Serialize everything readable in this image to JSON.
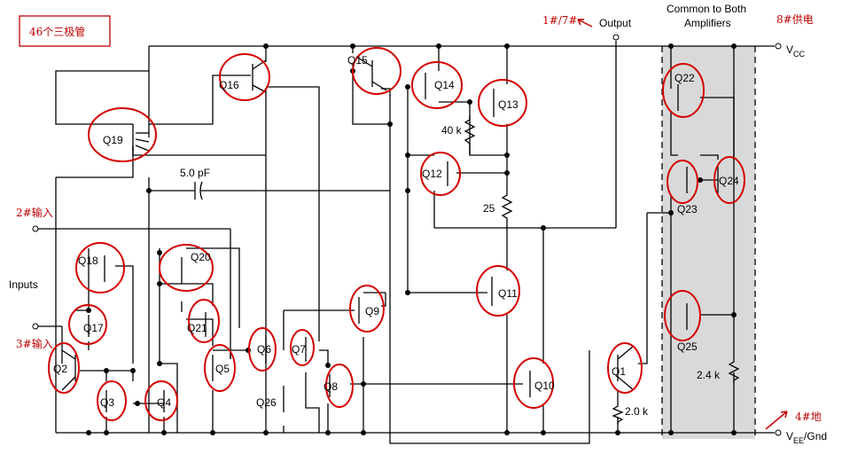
{
  "colors": {
    "annotation": "#c00000",
    "shaded_region": "#d9d9d9",
    "wire": "#000000"
  },
  "annotations": {
    "transistor_count": "46个三极管",
    "output_pin": "1#/7#",
    "supply_pin": "8#供电",
    "input2_pin": "2#输入",
    "input3_pin": "3#输入",
    "ground_pin": "4#地"
  },
  "labels": {
    "output": "Output",
    "common_line1": "Common to Both",
    "common_line2": "Amplifiers",
    "vcc_v": "V",
    "vcc_sub": "CC",
    "vee_v": "V",
    "vee_sub": "EE",
    "vee_suffix": "/Gnd",
    "inputs": "Inputs",
    "cap": "5.0 pF",
    "r40k": "40 k",
    "r25": "25",
    "r2k": "2.0 k",
    "r24k": "2.4 k"
  },
  "transistors": {
    "q1": "Q1",
    "q2": "Q2",
    "q3": "Q3",
    "q4": "Q4",
    "q5": "Q5",
    "q6": "Q6",
    "q7": "Q7",
    "q8": "Q8",
    "q9": "Q9",
    "q10": "Q10",
    "q11": "Q11",
    "q12": "Q12",
    "q13": "Q13",
    "q14": "Q14",
    "q15": "Q15",
    "q16": "Q16",
    "q17": "Q17",
    "q18": "Q18",
    "q19": "Q19",
    "q20": "Q20",
    "q21": "Q21",
    "q22": "Q22",
    "q23": "Q23",
    "q24": "Q24",
    "q25": "Q25",
    "q26": "Q26"
  }
}
